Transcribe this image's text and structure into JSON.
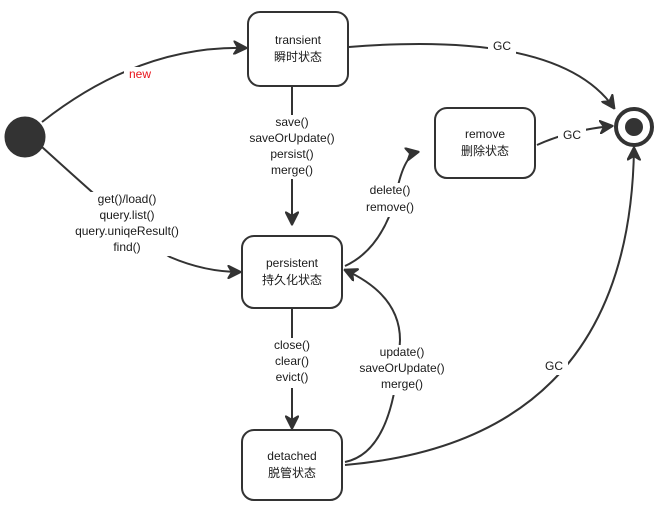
{
  "states": {
    "transient": {
      "name": "transient",
      "name_cn": "瞬时状态"
    },
    "persistent": {
      "name": "persistent",
      "name_cn": "持久化状态"
    },
    "detached": {
      "name": "detached",
      "name_cn": "脱管状态"
    },
    "removed": {
      "name": "remove",
      "name_cn": "删除状态"
    }
  },
  "transitions": {
    "start_to_transient": {
      "label": "new",
      "color": "#e8141b"
    },
    "start_to_persistent": {
      "lines": [
        "get()/load()",
        "query.list()",
        "query.uniqeResult()",
        "find()"
      ]
    },
    "transient_to_persistent": {
      "lines": [
        "save()",
        "saveOrUpdate()",
        "persist()",
        "merge()"
      ]
    },
    "persistent_to_removed": {
      "lines": [
        "delete()",
        "remove()"
      ]
    },
    "persistent_to_detached": {
      "lines": [
        "close()",
        "clear()",
        "evict()"
      ]
    },
    "detached_to_persistent": {
      "lines": [
        "update()",
        "saveOrUpdate()",
        "merge()"
      ]
    },
    "transient_to_end": {
      "label": "GC"
    },
    "removed_to_end": {
      "label": "GC"
    },
    "detached_to_end": {
      "label": "GC"
    }
  },
  "colors": {
    "stroke": "#333333",
    "start_fill": "#333333",
    "label_highlight": "#e8141b"
  }
}
